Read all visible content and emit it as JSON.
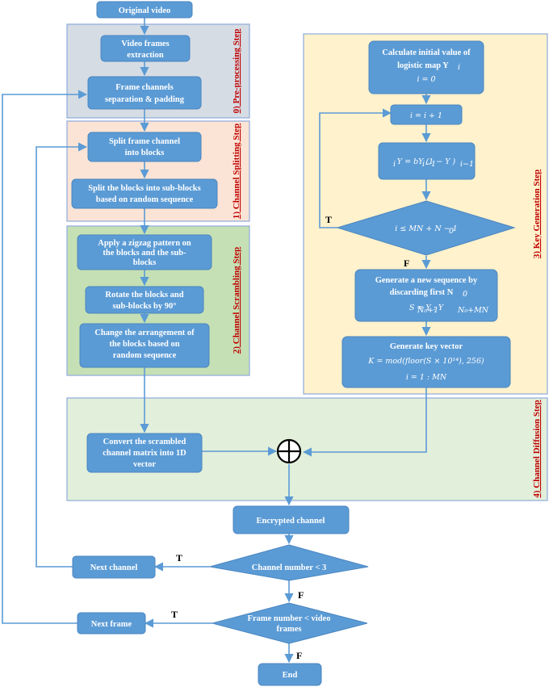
{
  "phases": {
    "preprocessing": "0) Pre-processing Step",
    "splitting": "1) Channel Splitting Step",
    "scrambling": "2) Channel Scrambling Step",
    "keygen": "3) Key Generation Step",
    "diffusion": "4) Channel Diffusion Step"
  },
  "nodes": {
    "original_video": "Original video",
    "video_frames_extraction": [
      "Video frames",
      "extraction"
    ],
    "frame_channels_separation": [
      "Frame channels",
      "separation & padding"
    ],
    "split_frame_channel": [
      "Split frame channel",
      "into blocks"
    ],
    "split_sub_blocks": [
      "Split the blocks into sub-blocks",
      "based on random sequence"
    ],
    "zigzag": [
      "Apply a zigzag pattern on",
      "the blocks and the sub-",
      "blocks"
    ],
    "rotate": [
      "Rotate the blocks and",
      "sub-blocks by 90°"
    ],
    "arrangement": [
      "Change the arrangement of",
      "the blocks based on",
      "random sequence"
    ],
    "calc_initial": [
      "Calculate initial value of",
      "logistic map Y",
      "i = 0"
    ],
    "increment": "i = i + 1",
    "logistic_eq": "Y = bY (1 − Y )",
    "loop_condition": "i ≤ MN + N − 1",
    "generate_sequence": [
      "Generate a new sequence by",
      "discarding first N",
      "S = Y : Y"
    ],
    "generate_key": [
      "Generate key vector",
      "K = mod(floor(S × 10¹⁴), 256)",
      "i = 1 : MN"
    ],
    "convert_1d": [
      "Convert the scrambled",
      "channel matrix into 1D",
      "vector"
    ],
    "xor_symbol": "⊕",
    "encrypted_channel": "Encrypted channel",
    "channel_condition": "Channel number < 3",
    "next_channel": "Next channel",
    "frame_condition": [
      "Frame number < video",
      "frames"
    ],
    "next_frame": "Next frame",
    "end": "End"
  },
  "branch_labels": {
    "true": "T",
    "false": "F"
  },
  "colors": {
    "node_fill": "#5b9bd5",
    "arrow": "#5b9bd5",
    "preprocessing_bg": "#d6dce4",
    "splitting_bg": "#fbe4d5",
    "scrambling_bg": "#c5e0b4",
    "keygen_bg": "#fff2cc",
    "diffusion_bg": "#e2efda",
    "phase_label": "#c00000"
  }
}
